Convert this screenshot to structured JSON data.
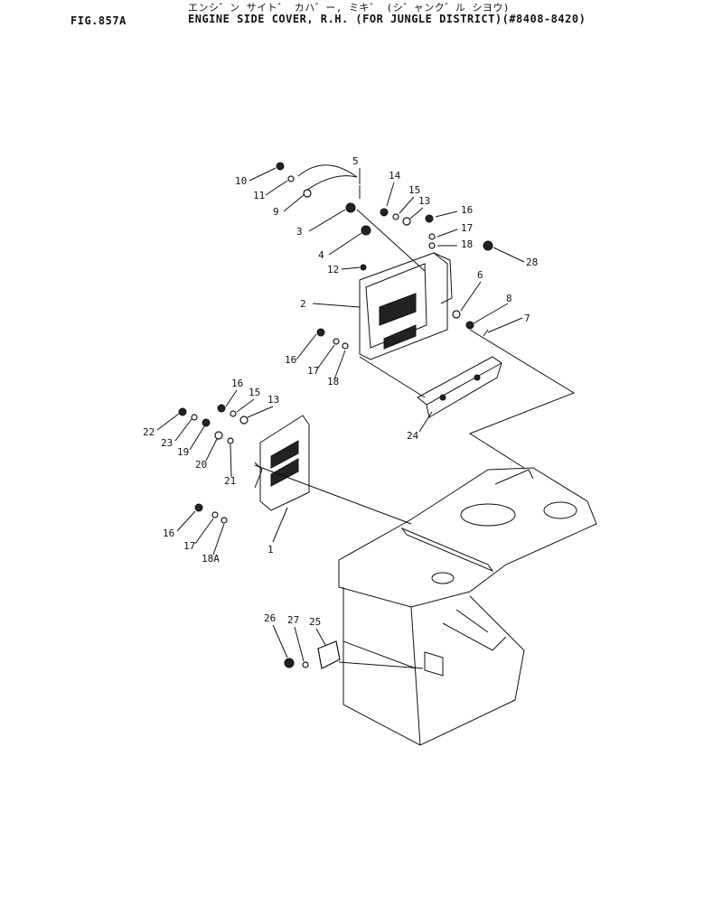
{
  "header": {
    "fig_no": "FIG.857A",
    "title_jp": "エンシ゛ン サイト゛ カハ゛ー, ミキ゛ (シ゛ャンク゛ル シヨウ)",
    "title_en": "ENGINE SIDE COVER, R.H. (FOR JUNGLE DISTRICT)(#8408-8420)"
  },
  "parts": [
    "10",
    "11",
    "9",
    "5",
    "3",
    "14",
    "15",
    "13",
    "16",
    "17",
    "18",
    "4",
    "12",
    "28",
    "2",
    "6",
    "8",
    "7",
    "16",
    "17",
    "18",
    "16",
    "15",
    "13",
    "22",
    "23",
    "19",
    "20",
    "21",
    "24",
    "16",
    "17",
    "18A",
    "1",
    "26",
    "27",
    "25"
  ]
}
